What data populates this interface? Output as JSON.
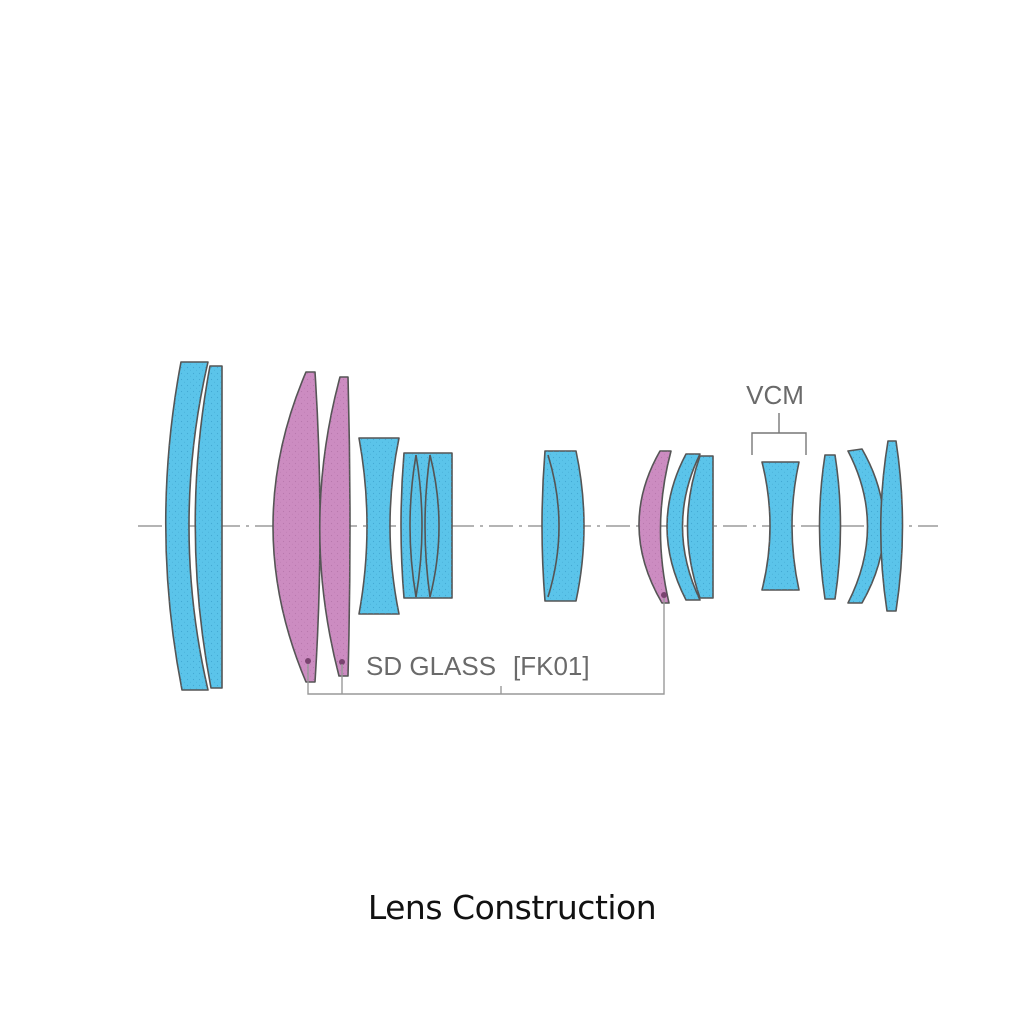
{
  "diagram": {
    "vcm_label": "VCM",
    "sd_glass_label": "SD GLASS",
    "sd_glass_code": "[FK01]",
    "colors": {
      "standard_glass": "#5bc4ea",
      "sd_glass": "#cc8cc1",
      "outline": "#555555",
      "axis": "#888888"
    }
  },
  "caption": "Lens Construction"
}
